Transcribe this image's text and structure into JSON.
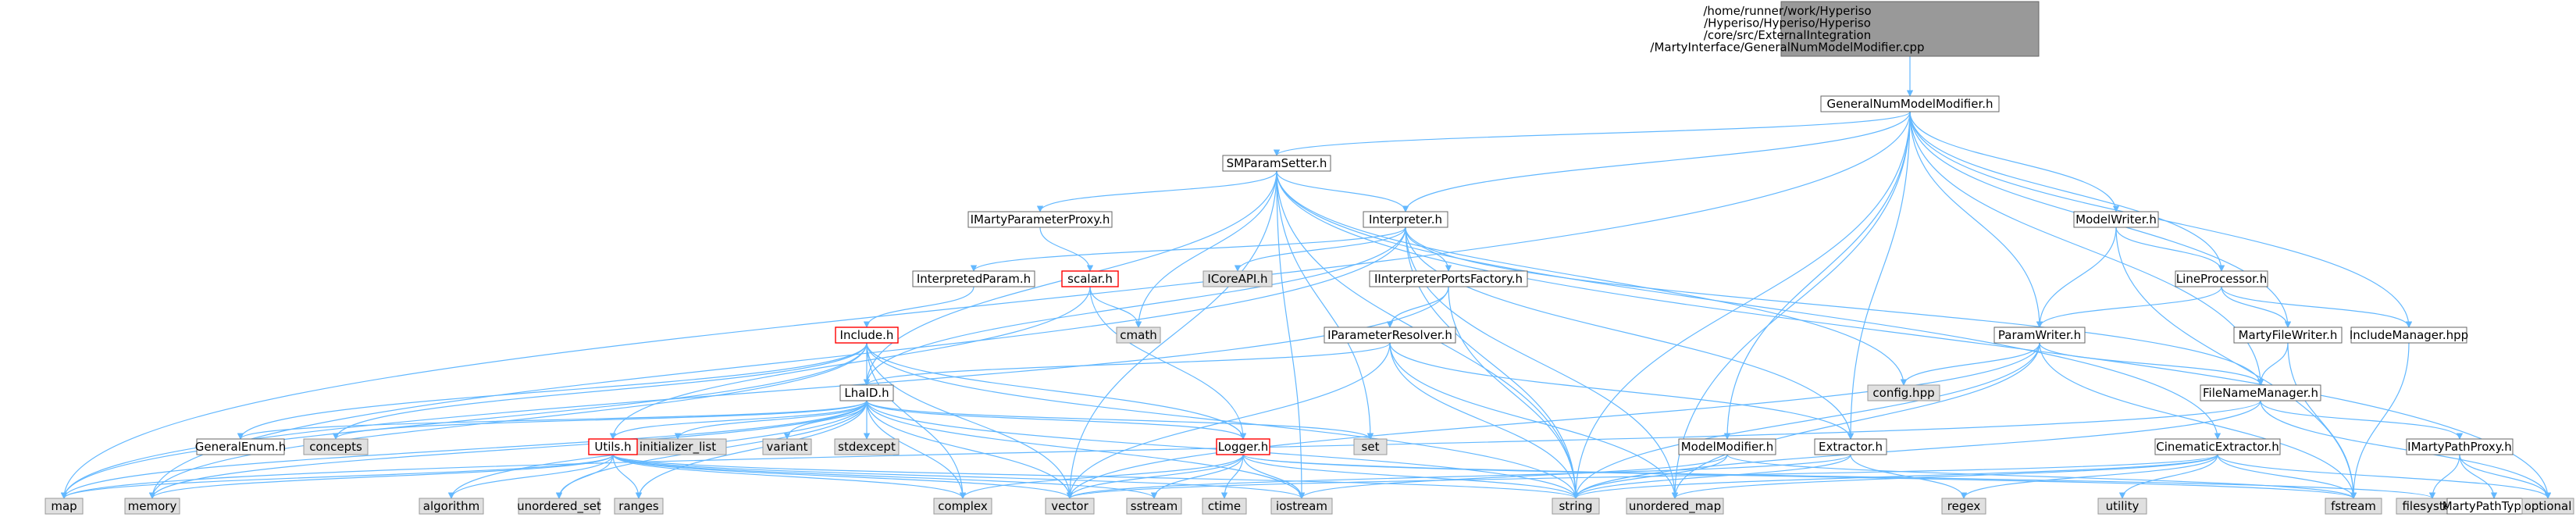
{
  "colors": {
    "edge": "#63b8ff",
    "box_border": "#666666",
    "box_fill": "#ffffff",
    "system_fill": "#e0e0e0",
    "system_border": "#999999",
    "truncated_border": "#ff0000",
    "root_fill": "#999999",
    "root_border": "#666666"
  },
  "nodes": {
    "root": {
      "lines": [
        "/home/runner/work/Hyperiso",
        "/Hyperiso/Hyperiso/Hyperiso",
        "/core/src/ExternalIntegration",
        "/MartyInterface/GeneralNumModelModifier.cpp"
      ],
      "style": "root"
    },
    "gnmm": {
      "lines": [
        "GeneralNumModelModifier.h"
      ],
      "style": "normal"
    },
    "smparam": {
      "lines": [
        "SMParamSetter.h"
      ],
      "style": "normal"
    },
    "interpreter": {
      "lines": [
        "Interpreter.h"
      ],
      "style": "normal"
    },
    "imartyproxy": {
      "lines": [
        "IMartyParameterProxy.h"
      ],
      "style": "normal"
    },
    "modelwriter": {
      "lines": [
        "ModelWriter.h"
      ],
      "style": "normal"
    },
    "lineproc": {
      "lines": [
        "LineProcessor.h"
      ],
      "style": "normal"
    },
    "interpparam": {
      "lines": [
        "InterpretedParam.h"
      ],
      "style": "normal"
    },
    "scalar": {
      "lines": [
        "scalar.h"
      ],
      "style": "truncated"
    },
    "icoreapi": {
      "lines": [
        "ICoreAPI.h"
      ],
      "style": "system"
    },
    "iinterpports": {
      "lines": [
        "IInterpreterPortsFactory.h"
      ],
      "style": "normal"
    },
    "include": {
      "lines": [
        "Include.h"
      ],
      "style": "truncated"
    },
    "cmath": {
      "lines": [
        "cmath"
      ],
      "style": "system"
    },
    "iparamresolver": {
      "lines": [
        "IParameterResolver.h"
      ],
      "style": "normal"
    },
    "paramwriter": {
      "lines": [
        "ParamWriter.h"
      ],
      "style": "normal"
    },
    "martyfilewriter": {
      "lines": [
        "MartyFileWriter.h"
      ],
      "style": "normal"
    },
    "includemanager": {
      "lines": [
        "IncludeManager.hpp"
      ],
      "style": "normal"
    },
    "lhaid": {
      "lines": [
        "LhaID.h"
      ],
      "style": "normal"
    },
    "confighpp": {
      "lines": [
        "config.hpp"
      ],
      "style": "system"
    },
    "filenamemanager": {
      "lines": [
        "FileNameManager.h"
      ],
      "style": "normal"
    },
    "generalenum": {
      "lines": [
        "GeneralEnum.h"
      ],
      "style": "normal"
    },
    "concepts": {
      "lines": [
        "concepts"
      ],
      "style": "system"
    },
    "initlist": {
      "lines": [
        "initializer_list"
      ],
      "style": "system"
    },
    "variant": {
      "lines": [
        "variant"
      ],
      "style": "system"
    },
    "stdexcept": {
      "lines": [
        "stdexcept"
      ],
      "style": "system"
    },
    "set": {
      "lines": [
        "set"
      ],
      "style": "system"
    },
    "utils": {
      "lines": [
        "Utils.h"
      ],
      "style": "truncated"
    },
    "logger": {
      "lines": [
        "Logger.h"
      ],
      "style": "truncated"
    },
    "modelmodifier": {
      "lines": [
        "ModelModifier.h"
      ],
      "style": "normal"
    },
    "extractor": {
      "lines": [
        "Extractor.h"
      ],
      "style": "normal"
    },
    "cinematic": {
      "lines": [
        "CinematicExtractor.h"
      ],
      "style": "normal"
    },
    "imartypathproxy": {
      "lines": [
        "IMartyPathProxy.h"
      ],
      "style": "normal"
    },
    "map": {
      "lines": [
        "map"
      ],
      "style": "system"
    },
    "memory": {
      "lines": [
        "memory"
      ],
      "style": "system"
    },
    "algorithm": {
      "lines": [
        "algorithm"
      ],
      "style": "system"
    },
    "unorderedset": {
      "lines": [
        "unordered_set"
      ],
      "style": "system"
    },
    "ranges": {
      "lines": [
        "ranges"
      ],
      "style": "system"
    },
    "complex": {
      "lines": [
        "complex"
      ],
      "style": "system"
    },
    "vector": {
      "lines": [
        "vector"
      ],
      "style": "system"
    },
    "sstream": {
      "lines": [
        "sstream"
      ],
      "style": "system"
    },
    "ctime": {
      "lines": [
        "ctime"
      ],
      "style": "system"
    },
    "iostream": {
      "lines": [
        "iostream"
      ],
      "style": "system"
    },
    "string": {
      "lines": [
        "string"
      ],
      "style": "system"
    },
    "unorderedmap": {
      "lines": [
        "unordered_map"
      ],
      "style": "system"
    },
    "regex": {
      "lines": [
        "regex"
      ],
      "style": "system"
    },
    "utility": {
      "lines": [
        "utility"
      ],
      "style": "system"
    },
    "fstream": {
      "lines": [
        "fstream"
      ],
      "style": "system"
    },
    "filesystem": {
      "lines": [
        "filesystem"
      ],
      "style": "system"
    },
    "martypathtypes": {
      "lines": [
        "MartyPathTypes.h"
      ],
      "style": "normal"
    },
    "optional": {
      "lines": [
        "optional"
      ],
      "style": "system"
    }
  },
  "edges": [
    [
      "root",
      "gnmm"
    ],
    [
      "gnmm",
      "smparam"
    ],
    [
      "gnmm",
      "interpreter"
    ],
    [
      "gnmm",
      "modelwriter"
    ],
    [
      "gnmm",
      "lineproc"
    ],
    [
      "gnmm",
      "paramwriter"
    ],
    [
      "gnmm",
      "martyfilewriter"
    ],
    [
      "gnmm",
      "includemanager"
    ],
    [
      "gnmm",
      "filenamemanager"
    ],
    [
      "gnmm",
      "modelmodifier"
    ],
    [
      "gnmm",
      "extractor"
    ],
    [
      "gnmm",
      "map"
    ],
    [
      "gnmm",
      "string"
    ],
    [
      "gnmm",
      "unorderedmap"
    ],
    [
      "smparam",
      "interpreter"
    ],
    [
      "smparam",
      "imartyproxy"
    ],
    [
      "smparam",
      "lhaid"
    ],
    [
      "smparam",
      "cmath"
    ],
    [
      "smparam",
      "set"
    ],
    [
      "smparam",
      "vector"
    ],
    [
      "smparam",
      "iostream"
    ],
    [
      "smparam",
      "string"
    ],
    [
      "smparam",
      "confighpp"
    ],
    [
      "smparam",
      "cinematic"
    ],
    [
      "smparam",
      "optional"
    ],
    [
      "imartyproxy",
      "scalar"
    ],
    [
      "interpreter",
      "interpparam"
    ],
    [
      "interpreter",
      "icoreapi"
    ],
    [
      "interpreter",
      "iinterpports"
    ],
    [
      "interpreter",
      "lhaid"
    ],
    [
      "interpreter",
      "extractor"
    ],
    [
      "interpreter",
      "filenamemanager"
    ],
    [
      "interpreter",
      "string"
    ],
    [
      "interpreter",
      "unorderedmap"
    ],
    [
      "interpreter",
      "memory"
    ],
    [
      "interpparam",
      "include"
    ],
    [
      "scalar",
      "cmath"
    ],
    [
      "scalar",
      "logger"
    ],
    [
      "scalar",
      "utils"
    ],
    [
      "iinterpports",
      "iparamresolver"
    ],
    [
      "iinterpports",
      "map"
    ],
    [
      "iinterpports",
      "string"
    ],
    [
      "iparamresolver",
      "lhaid"
    ],
    [
      "iparamresolver",
      "extractor"
    ],
    [
      "iparamresolver",
      "vector"
    ],
    [
      "iparamresolver",
      "string"
    ],
    [
      "iparamresolver",
      "unorderedmap"
    ],
    [
      "include",
      "lhaid"
    ],
    [
      "include",
      "generalenum"
    ],
    [
      "include",
      "concepts"
    ],
    [
      "include",
      "logger"
    ],
    [
      "include",
      "complex"
    ],
    [
      "include",
      "vector"
    ],
    [
      "include",
      "string"
    ],
    [
      "include",
      "memory"
    ],
    [
      "include",
      "map"
    ],
    [
      "lhaid",
      "generalenum"
    ],
    [
      "lhaid",
      "concepts"
    ],
    [
      "lhaid",
      "initlist"
    ],
    [
      "lhaid",
      "variant"
    ],
    [
      "lhaid",
      "stdexcept"
    ],
    [
      "lhaid",
      "set"
    ],
    [
      "lhaid",
      "utils"
    ],
    [
      "lhaid",
      "logger"
    ],
    [
      "lhaid",
      "algorithm"
    ],
    [
      "lhaid",
      "unorderedset"
    ],
    [
      "lhaid",
      "ranges"
    ],
    [
      "lhaid",
      "complex"
    ],
    [
      "lhaid",
      "vector"
    ],
    [
      "lhaid",
      "iostream"
    ],
    [
      "lhaid",
      "string"
    ],
    [
      "lhaid",
      "memory"
    ],
    [
      "lhaid",
      "map"
    ],
    [
      "utils",
      "map"
    ],
    [
      "utils",
      "memory"
    ],
    [
      "utils",
      "algorithm"
    ],
    [
      "utils",
      "unorderedset"
    ],
    [
      "utils",
      "ranges"
    ],
    [
      "utils",
      "complex"
    ],
    [
      "utils",
      "vector"
    ],
    [
      "utils",
      "iostream"
    ],
    [
      "utils",
      "string"
    ],
    [
      "utils",
      "sstream"
    ],
    [
      "logger",
      "vector"
    ],
    [
      "logger",
      "sstream"
    ],
    [
      "logger",
      "ctime"
    ],
    [
      "logger",
      "iostream"
    ],
    [
      "logger",
      "string"
    ],
    [
      "logger",
      "fstream"
    ],
    [
      "logger",
      "filesystem"
    ],
    [
      "logger",
      "complex"
    ],
    [
      "modelwriter",
      "lineproc"
    ],
    [
      "modelwriter",
      "paramwriter"
    ],
    [
      "modelwriter",
      "fstream"
    ],
    [
      "lineproc",
      "paramwriter"
    ],
    [
      "lineproc",
      "martyfilewriter"
    ],
    [
      "lineproc",
      "includemanager"
    ],
    [
      "paramwriter",
      "confighpp"
    ],
    [
      "paramwriter",
      "filenamemanager"
    ],
    [
      "paramwriter",
      "string"
    ],
    [
      "paramwriter",
      "unorderedmap"
    ],
    [
      "paramwriter",
      "fstream"
    ],
    [
      "paramwriter",
      "vector"
    ],
    [
      "martyfilewriter",
      "filenamemanager"
    ],
    [
      "martyfilewriter",
      "fstream"
    ],
    [
      "includemanager",
      "fstream"
    ],
    [
      "filenamemanager",
      "imartypathproxy"
    ],
    [
      "filenamemanager",
      "string"
    ],
    [
      "filenamemanager",
      "optional"
    ],
    [
      "filenamemanager",
      "map"
    ],
    [
      "imartypathproxy",
      "martypathtypes"
    ],
    [
      "imartypathproxy",
      "filesystem"
    ],
    [
      "imartypathproxy",
      "optional"
    ],
    [
      "modelmodifier",
      "string"
    ],
    [
      "modelmodifier",
      "iostream"
    ],
    [
      "modelmodifier",
      "fstream"
    ],
    [
      "extractor",
      "regex"
    ],
    [
      "extractor",
      "vector"
    ],
    [
      "extractor",
      "string"
    ],
    [
      "cinematic",
      "unorderedmap"
    ],
    [
      "cinematic",
      "regex"
    ],
    [
      "cinematic",
      "utility"
    ],
    [
      "cinematic",
      "fstream"
    ],
    [
      "cinematic",
      "optional"
    ],
    [
      "cinematic",
      "vector"
    ],
    [
      "cinematic",
      "string"
    ]
  ]
}
